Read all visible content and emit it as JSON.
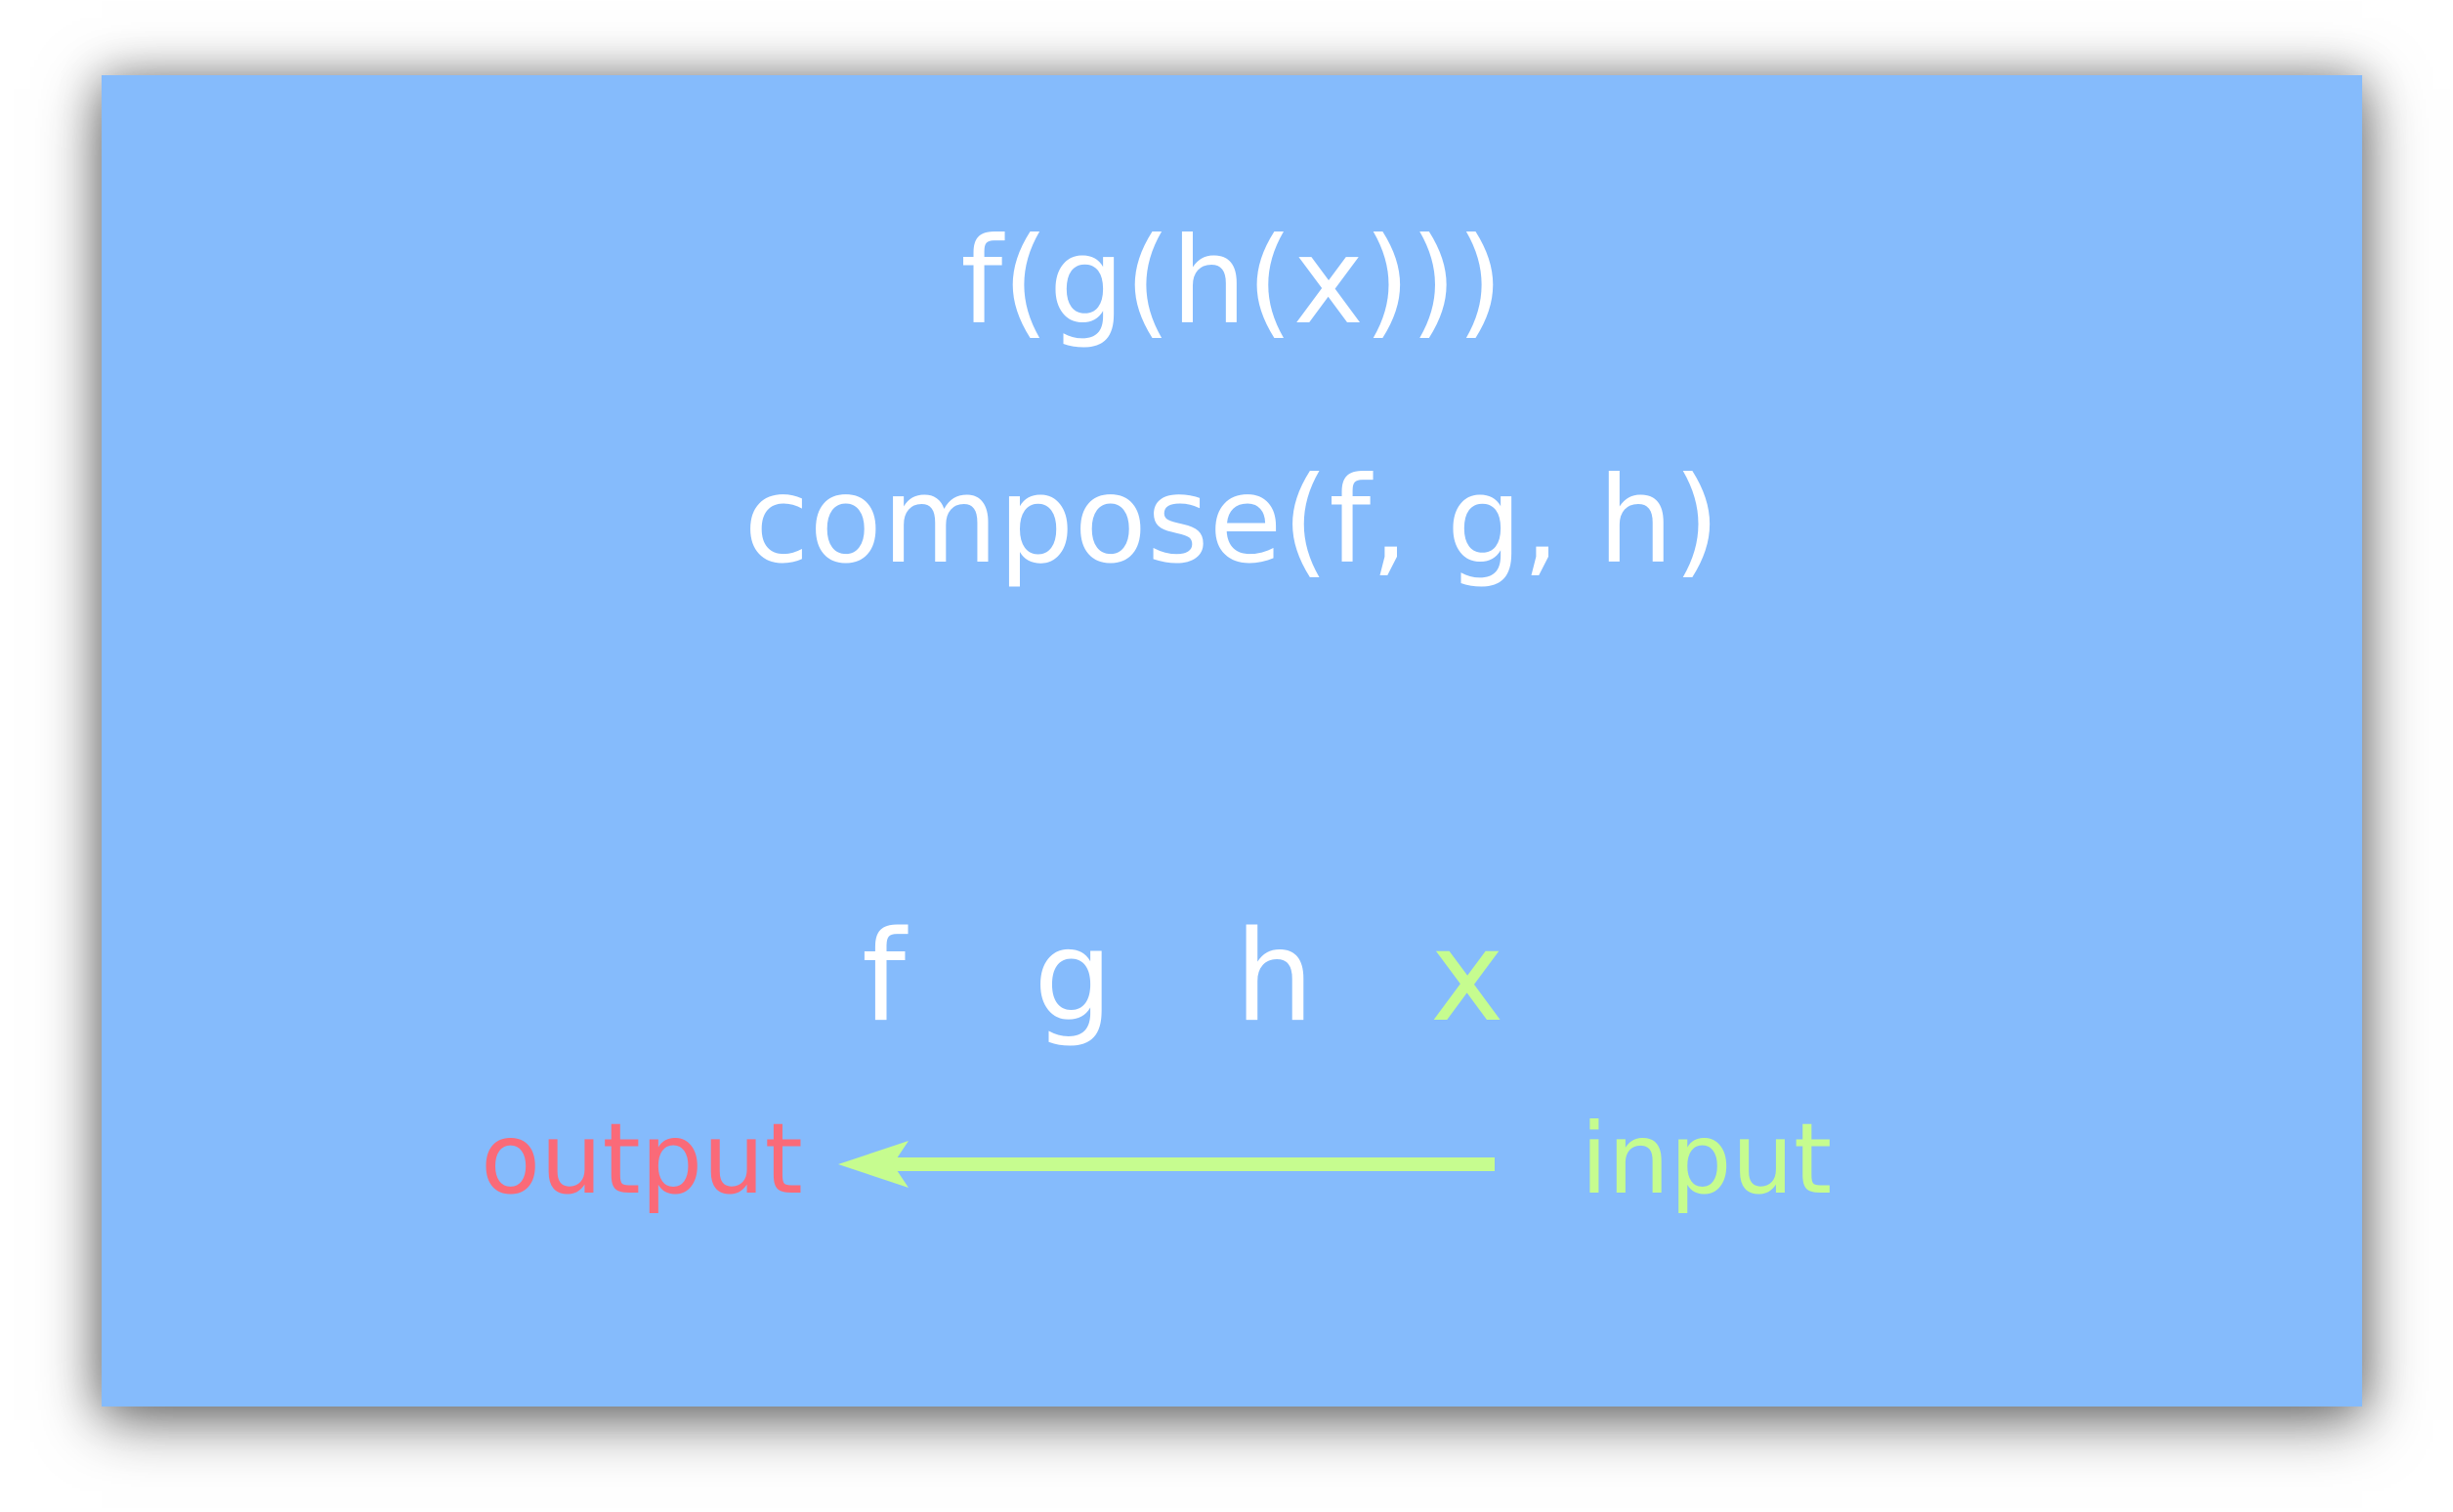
{
  "colors": {
    "background": "#85bbfc",
    "text": "#ffffff",
    "output": "#fa6a78",
    "input": "#c6fc8f",
    "arrow": "#c6fc8f"
  },
  "diagram": {
    "nested_expression": "f(g(h(x)))",
    "compose_expression": "compose(f, g, h)",
    "sequence": {
      "f": "f",
      "g": "g",
      "h": "h",
      "x": "x"
    },
    "output_label": "output",
    "input_label": "input",
    "arrow_direction": "right-to-left"
  }
}
